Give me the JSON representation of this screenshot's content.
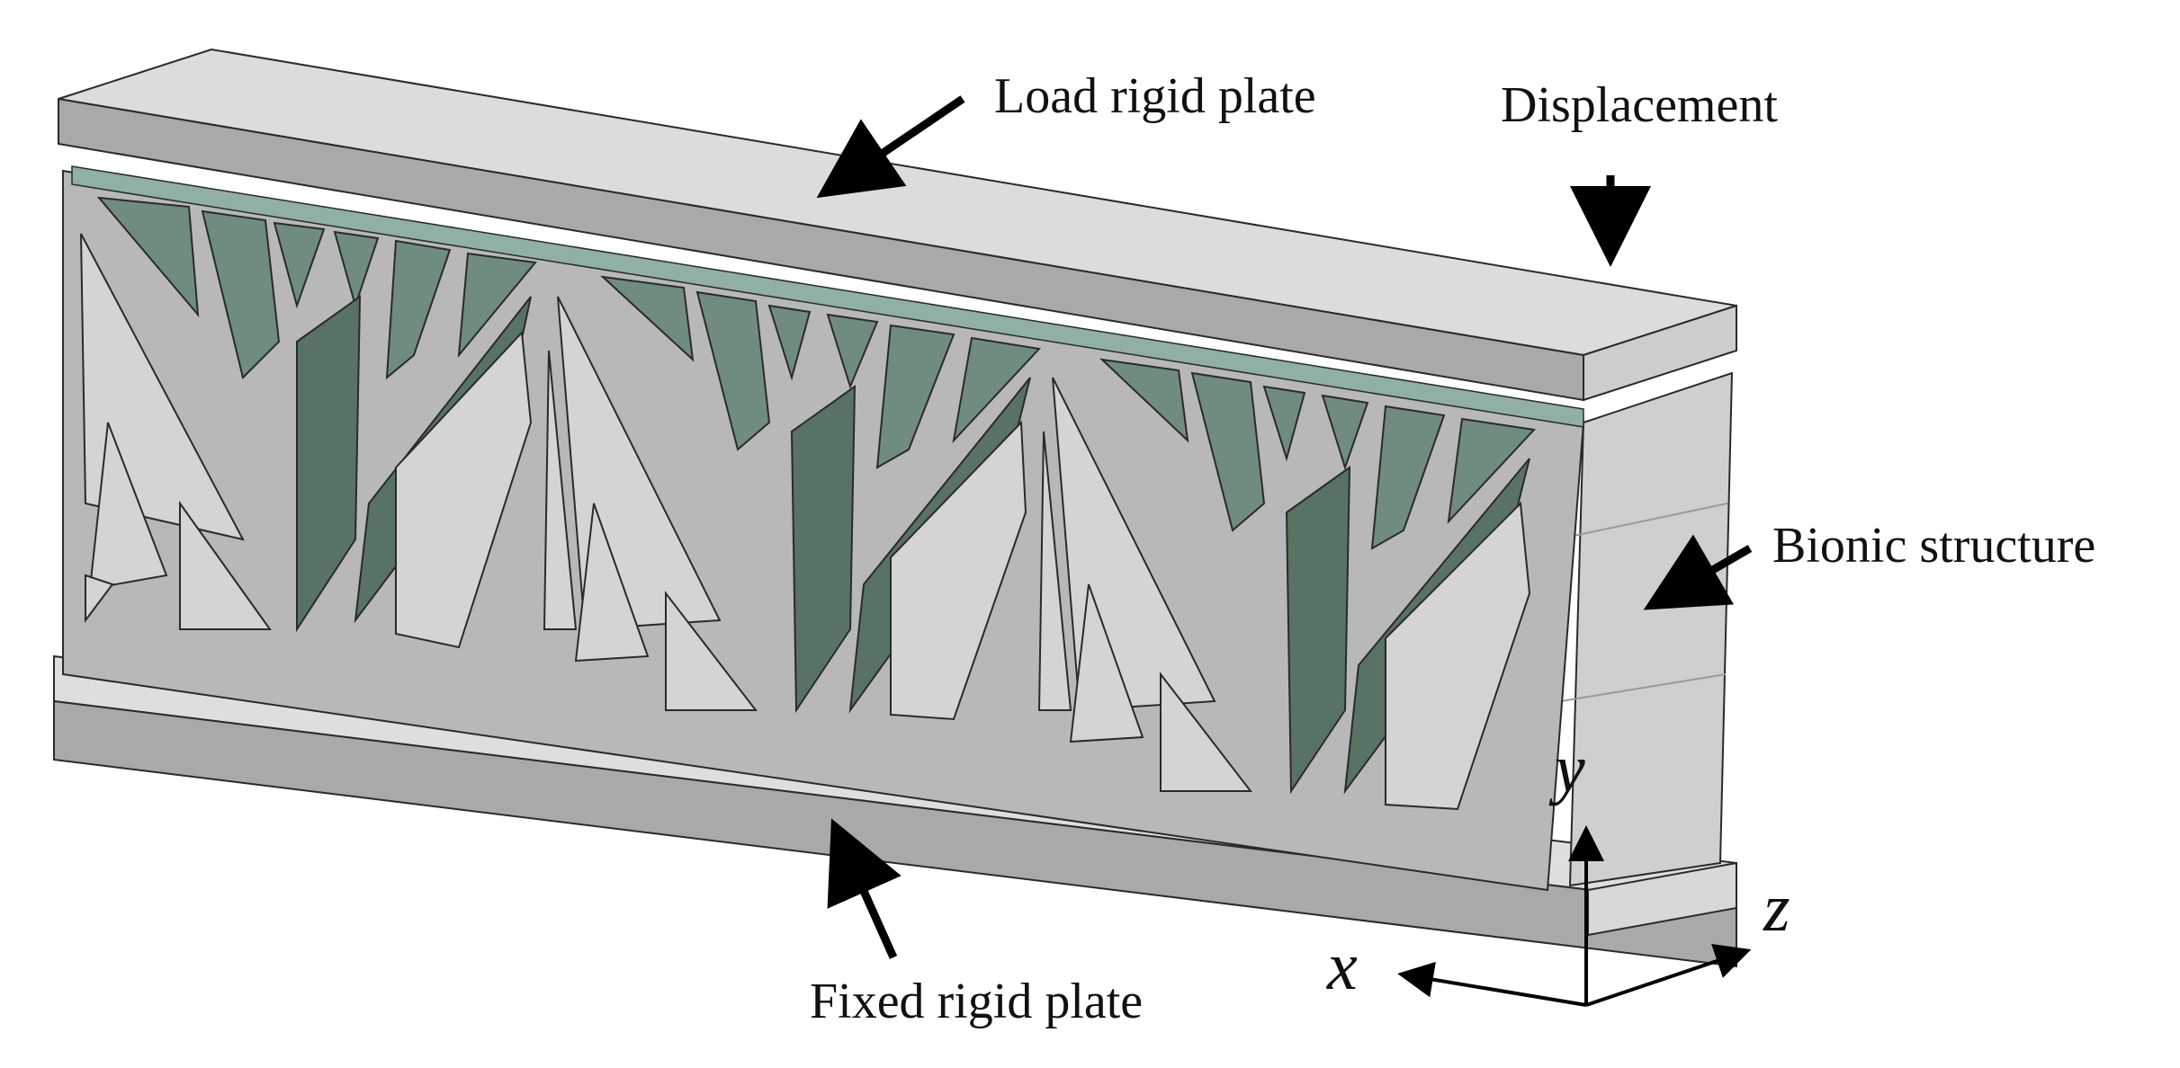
{
  "labels": {
    "load_plate": "Load rigid plate",
    "displacement": "Displacement",
    "bionic_structure": "Bionic structure",
    "fixed_plate": "Fixed rigid plate"
  },
  "axes": {
    "x": "x",
    "y": "y",
    "z": "z"
  },
  "colors": {
    "plate_top": "#dcdcdc",
    "plate_front": "#a9a9a9",
    "structure_frame": "#b8b8b8",
    "cell_green": "#6f8c7f",
    "cell_green_dark": "#587264",
    "cell_light": "#d4d4d4",
    "outline": "#2a2a2a",
    "arrow": "#000000"
  }
}
